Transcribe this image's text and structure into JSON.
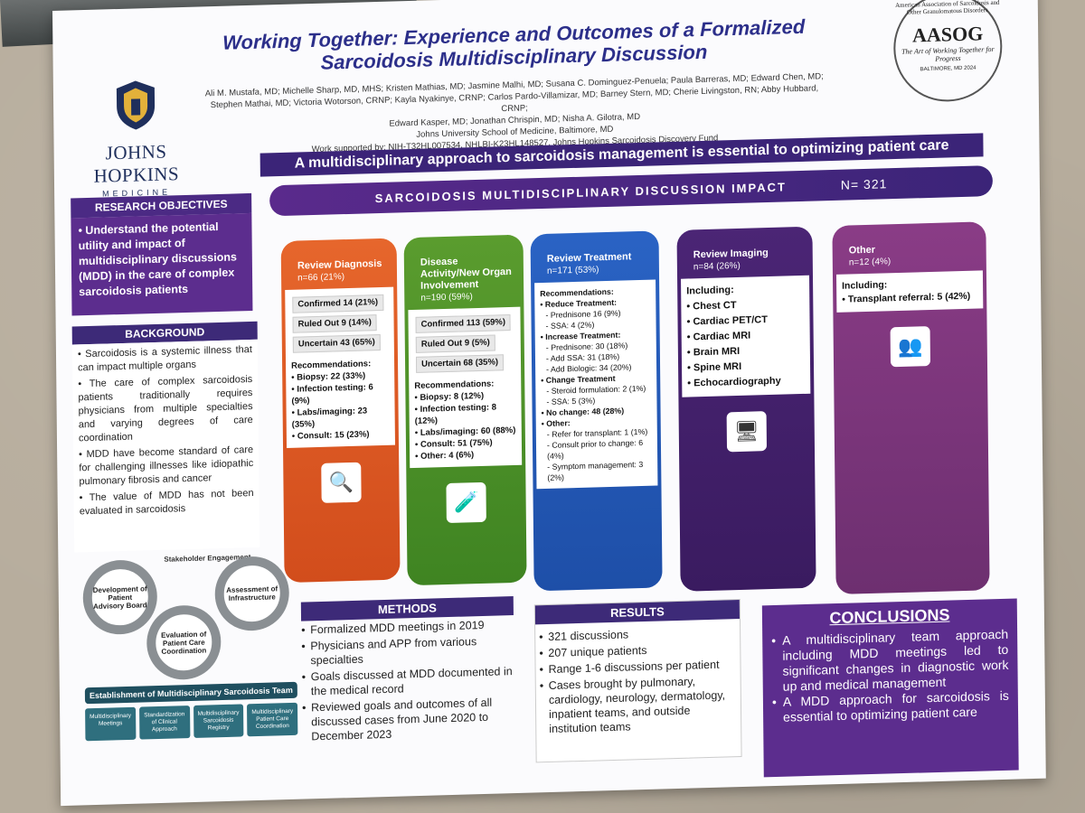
{
  "header": {
    "title_line1": "Working Together: Experience and Outcomes of a Formalized",
    "title_line2": "Sarcoidosis Multidisciplinary Discussion",
    "authors_1": "Ali M. Mustafa, MD; Michelle Sharp, MD, MHS; Kristen Mathias, MD; Jasmine Malhi, MD; Susana C. Dominguez-Penuela; Paula Barreras, MD; Edward Chen, MD;",
    "authors_2": "Stephen Mathai, MD; Victoria Wotorson, CRNP; Kayla Nyakinye, CRNP; Carlos Pardo-Villamizar, MD; Barney Stern, MD; Cherie Livingston, RN; Abby Hubbard, CRNP;",
    "authors_3": "Edward Kasper, MD; Jonathan Chrispin, MD; Nisha A. Gilotra, MD",
    "affiliation": "Johns University School of Medicine, Baltimore, MD",
    "support": "Work supported by: NIH-T32HL007534, NHLBI-K23HL148527, Johns Hopkins Sarcoidosis Discovery Fund",
    "jh_name": "JOHNS HOPKINS",
    "jh_sub": "MEDICINE",
    "aasog_ring": "American Association of Sarcoidosis and Other Granulomatous Disorders",
    "aasog_big": "AASOG",
    "aasog_tag": "The Art of Working Together for Progress",
    "aasog_loc": "BALTIMORE, MD 2024"
  },
  "banner": "A multidisciplinary approach to sarcoidosis management is essential to optimizing patient care",
  "impact": {
    "label": "SARCOIDOSIS MULTIDISCIPLINARY DISCUSSION IMPACT",
    "n": "N= 321"
  },
  "objectives": {
    "title": "RESEARCH OBJECTIVES",
    "text": "• Understand the potential utility and impact of multidisciplinary discussions (MDD) in the care of complex sarcoidosis patients"
  },
  "background": {
    "title": "BACKGROUND",
    "items": [
      "• Sarcoidosis is a systemic illness that can impact multiple organs",
      "• The care of complex sarcoidosis patients traditionally requires physicians from multiple specialties and varying degrees of care coordination",
      "• MDD have become standard of care for challenging illnesses like idiopathic pulmonary fibrosis and cancer",
      "• The value of MDD has not been evaluated in sarcoidosis"
    ]
  },
  "gears": {
    "stakeholder": "Stakeholder Engagement",
    "g1": "Development of Patient Advisory Board",
    "g2": "Assessment of Infrastructure",
    "g3": "Evaluation of Patient Care Coordination"
  },
  "establishment": {
    "title": "Establishment of Multidisciplinary Sarcoidosis Team",
    "chips": [
      "Multidisciplinary Meetings",
      "Standardization of Clinical Approach",
      "Multidisciplinary Sarcoidosis Registry",
      "Multidisciplinary Patient Care Coordination"
    ]
  },
  "columns": {
    "c1": {
      "title": "Review Diagnosis",
      "n": "n=66 (21%)",
      "confirmed": "Confirmed 14 (21%)",
      "ruled_out": "Ruled Out 9 (14%)",
      "uncertain": "Uncertain 43 (65%)",
      "rec_title": "Recommendations:",
      "recs": [
        "• Biopsy: 22 (33%)",
        "• Infection testing: 6 (9%)",
        "• Labs/imaging: 23 (35%)",
        "• Consult: 15 (23%)"
      ]
    },
    "c2": {
      "title": "Disease Activity/New Organ Involvement",
      "n": "n=190 (59%)",
      "confirmed": "Confirmed 113 (59%)",
      "ruled_out": "Ruled Out 9 (5%)",
      "uncertain": "Uncertain 68 (35%)",
      "rec_title": "Recommendations:",
      "recs": [
        "• Biopsy: 8 (12%)",
        "• Infection testing: 8 (12%)",
        "• Labs/imaging: 60 (88%)",
        "• Consult: 51 (75%)",
        "• Other: 4 (6%)"
      ]
    },
    "c3": {
      "title": "Review Treatment",
      "n": "n=171 (53%)",
      "rec_title": "Recommendations:",
      "lines": [
        "• Reduce Treatment:",
        "- Prednisone 16 (9%)",
        "- SSA: 4 (2%)",
        "• Increase Treatment:",
        "- Prednisone: 30 (18%)",
        "- Add SSA: 31 (18%)",
        "- Add Biologic: 34 (20%)",
        "• Change Treatment",
        "- Steroid formulation: 2 (1%)",
        "- SSA: 5 (3%)",
        "• No change: 48 (28%)",
        "• Other:",
        "- Refer for transplant: 1 (1%)",
        "- Consult prior to change: 6 (4%)",
        "- Symptom management: 3 (2%)"
      ]
    },
    "c4": {
      "title": "Review Imaging",
      "n": "n=84 (26%)",
      "incl": "Including:",
      "items": [
        "• Chest CT",
        "• Cardiac PET/CT",
        "• Cardiac MRI",
        "• Brain MRI",
        "• Spine MRI",
        "• Echocardiography"
      ]
    },
    "c5": {
      "title": "Other",
      "n": "n=12 (4%)",
      "incl": "Including:",
      "items": [
        "• Transplant referral: 5 (42%)"
      ]
    }
  },
  "methods": {
    "title": "METHODS",
    "items": [
      "Formalized MDD meetings in 2019",
      "Physicians and APP from various specialties",
      "Goals discussed at MDD documented in the medical record",
      "Reviewed goals and outcomes of all discussed cases from June 2020 to December 2023"
    ]
  },
  "results": {
    "title": "RESULTS",
    "items": [
      "321 discussions",
      "207 unique patients",
      "Range 1-6 discussions per patient",
      "Cases brought by pulmonary, cardiology, neurology, dermatology, inpatient teams, and outside institution teams"
    ]
  },
  "conclusions": {
    "title": "CONCLUSIONS",
    "items": [
      "A multidisciplinary team approach including MDD meetings led to significant changes in diagnostic work up and medical management",
      "A MDD approach for sarcoidosis is essential to optimizing patient care"
    ]
  }
}
